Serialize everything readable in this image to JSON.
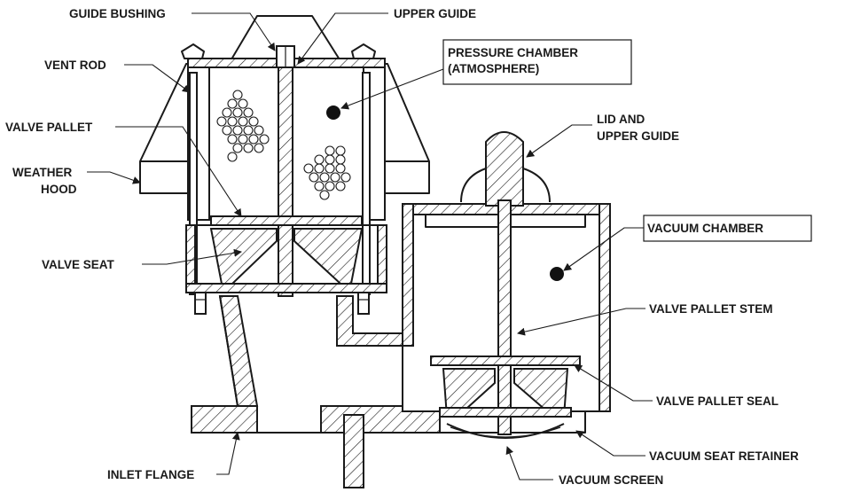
{
  "labels": {
    "guide_bushing": "GUIDE BUSHING",
    "upper_guide": "UPPER GUIDE",
    "vent_rod": "VENT ROD",
    "pressure_chamber_line1": "PRESSURE CHAMBER",
    "pressure_chamber_line2": "(ATMOSPHERE)",
    "valve_pallet": "VALVE PALLET",
    "lid_upper_guide_line1": "LID AND",
    "lid_upper_guide_line2": "UPPER GUIDE",
    "weather_hood_line1": "WEATHER",
    "weather_hood_line2": "HOOD",
    "vacuum_chamber": "VACUUM CHAMBER",
    "valve_seat": "VALVE SEAT",
    "valve_pallet_stem": "VALVE PALLET STEM",
    "valve_pallet_seal": "VALVE PALLET SEAL",
    "vacuum_seat_retainer": "VACUUM SEAT RETAINER",
    "inlet_flange": "INLET FLANGE",
    "vacuum_screen": "VACUUM SCREEN"
  },
  "colors": {
    "line": "#1a1a1a",
    "background": "#ffffff"
  }
}
